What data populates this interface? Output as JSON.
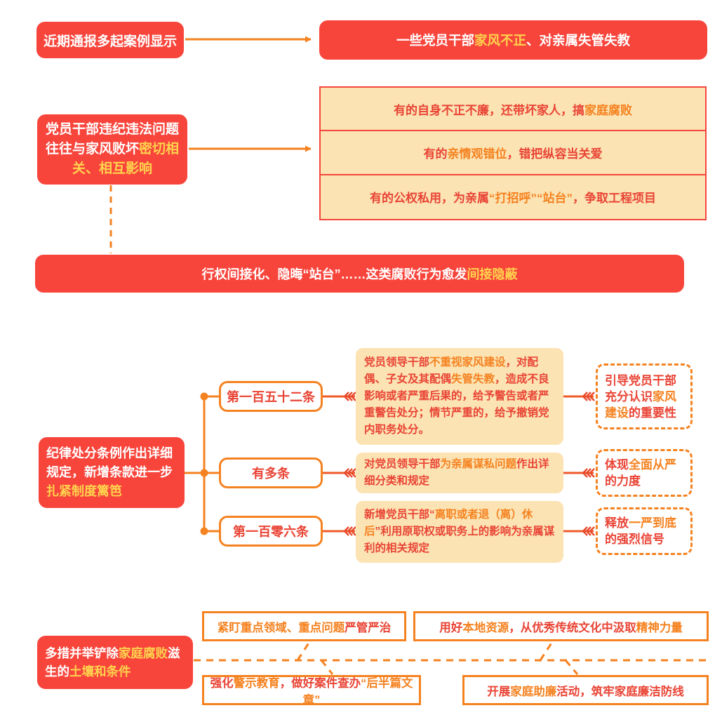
{
  "palette": {
    "red": "#f8453c",
    "yellow": "#ffd34d",
    "orange": "#f58220",
    "red_text": "#e94435",
    "cream": "#fbe3b3",
    "chevron": "#e8492b"
  },
  "s1": {
    "cause": [
      {
        "t": "近期通报多起案例显示",
        "c": "w"
      }
    ],
    "effect": [
      {
        "t": "一些党员干部",
        "c": "w"
      },
      {
        "t": "家风不正",
        "c": "y"
      },
      {
        "t": "、对亲属失管失教",
        "c": "w"
      }
    ]
  },
  "s2": {
    "left": [
      {
        "t": "党员干部违纪违法问题往往与家风败坏",
        "c": "w"
      },
      {
        "t": "密切相关、相互影响",
        "c": "y"
      }
    ],
    "problems": [
      [
        {
          "t": "有的自身不正不廉，还带坏家人，搞",
          "c": "r"
        },
        {
          "t": "家庭腐败",
          "c": "o"
        }
      ],
      [
        {
          "t": "有的",
          "c": "r"
        },
        {
          "t": "亲情观错位",
          "c": "o"
        },
        {
          "t": "，错把纵容当关爱",
          "c": "r"
        }
      ],
      [
        {
          "t": "有的公权私用，为亲属",
          "c": "r"
        },
        {
          "t": "“打招呼”“站台”",
          "c": "o"
        },
        {
          "t": "，争取工程项目",
          "c": "r"
        }
      ]
    ],
    "conclusion": [
      {
        "t": "行权间接化、隐晦“站台”……这类腐败行为愈发",
        "c": "w"
      },
      {
        "t": "间接隐蔽",
        "c": "y"
      }
    ]
  },
  "s3": {
    "left": [
      {
        "t": "纪律处分条例作出详细规定，新增条款进一步",
        "c": "w"
      },
      {
        "t": "扎紧制度篱笆",
        "c": "y"
      }
    ],
    "branches": [
      {
        "node": [
          {
            "t": "第一百五十二条",
            "c": "r"
          }
        ],
        "detail": [
          {
            "t": "党员领导干部",
            "c": "r"
          },
          {
            "t": "不重视家风建设",
            "c": "o"
          },
          {
            "t": "，对配偶、子女及其配偶",
            "c": "r"
          },
          {
            "t": "失管失教",
            "c": "o"
          },
          {
            "t": "，造成不良影响或者严重后果的，给予警告或者严重警告处分；情节严重的，给予撤销党内职务处分。",
            "c": "r"
          }
        ],
        "significance": [
          {
            "t": "引导党员干部充分认识",
            "c": "r"
          },
          {
            "t": "家风建设",
            "c": "o"
          },
          {
            "t": "的重要性",
            "c": "r"
          }
        ]
      },
      {
        "node": [
          {
            "t": "有多条",
            "c": "r"
          }
        ],
        "detail": [
          {
            "t": "对党员领导干部",
            "c": "r"
          },
          {
            "t": "为亲属谋私问题",
            "c": "o"
          },
          {
            "t": "作出详细分类和规定",
            "c": "r"
          }
        ],
        "significance": [
          {
            "t": "体现",
            "c": "r"
          },
          {
            "t": "全面从严",
            "c": "o"
          },
          {
            "t": "的力度",
            "c": "r"
          }
        ]
      },
      {
        "node": [
          {
            "t": "第一百零六条",
            "c": "r"
          }
        ],
        "detail": [
          {
            "t": "新增党员干部“",
            "c": "r"
          },
          {
            "t": "离职或者退（离）休后",
            "c": "o"
          },
          {
            "t": "”利用原职权或职务上的影响为亲属谋利的相关规定",
            "c": "r"
          }
        ],
        "significance": [
          {
            "t": "释放",
            "c": "r"
          },
          {
            "t": "一严到底",
            "c": "o"
          },
          {
            "t": "的强烈信号",
            "c": "r"
          }
        ]
      }
    ]
  },
  "s4": {
    "left": [
      {
        "t": "多措并举铲除",
        "c": "w"
      },
      {
        "t": "家庭腐败",
        "c": "y"
      },
      {
        "t": "滋生的",
        "c": "w"
      },
      {
        "t": "土壤和条件",
        "c": "y"
      }
    ],
    "measures": [
      [
        {
          "t": "紧盯重点领域、重点问题",
          "c": "o"
        },
        {
          "t": "严管严治",
          "c": "r"
        }
      ],
      [
        {
          "t": "用好",
          "c": "r"
        },
        {
          "t": "本地资源",
          "c": "o"
        },
        {
          "t": "，从优秀传统文化中汲取",
          "c": "r"
        },
        {
          "t": "精神力量",
          "c": "o"
        }
      ],
      [
        {
          "t": "强化",
          "c": "r"
        },
        {
          "t": "警示教育",
          "c": "o"
        },
        {
          "t": "，做好案件查办",
          "c": "r"
        },
        {
          "t": "“后半篇文章”",
          "c": "o"
        }
      ],
      [
        {
          "t": "开展",
          "c": "r"
        },
        {
          "t": "家庭助廉",
          "c": "o"
        },
        {
          "t": "活动，筑牢家庭廉洁防线",
          "c": "r"
        }
      ]
    ]
  }
}
